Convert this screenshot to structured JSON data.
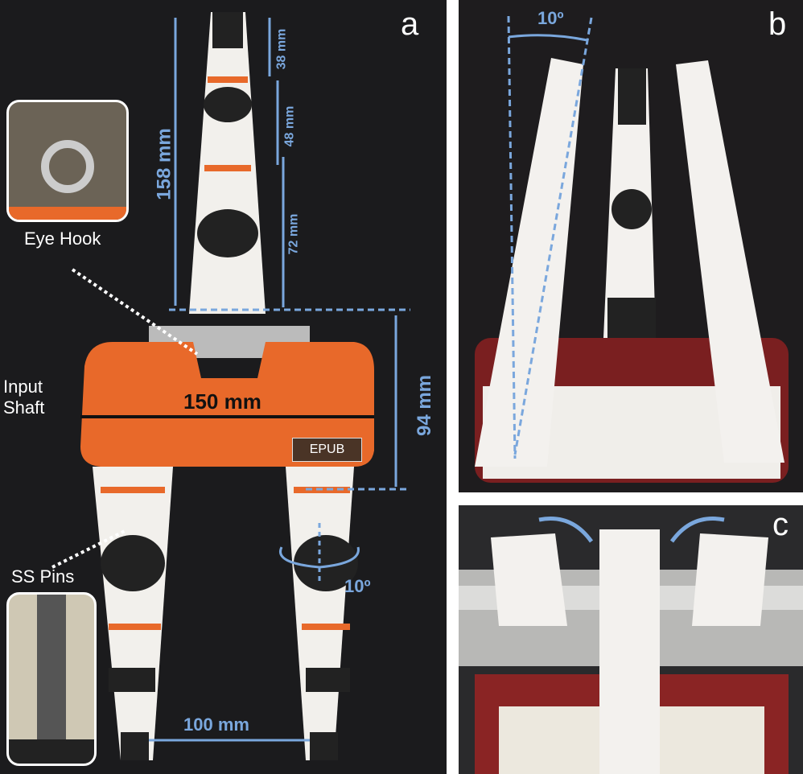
{
  "panels": {
    "a": {
      "label": "a",
      "eye_hook": "Eye Hook",
      "input_shaft": "Input\nShaft",
      "ss_pins": "SS Pins",
      "epub": "EPUB",
      "dims": {
        "d158": "158 mm",
        "d38": "38 mm",
        "d48": "48 mm",
        "d72": "72 mm",
        "d94": "94 mm",
        "d150": "150 mm",
        "d100": "100 mm",
        "rot": "10º"
      }
    },
    "b": {
      "label": "b",
      "angle": "10º"
    },
    "c": {
      "label": "c"
    }
  },
  "colors": {
    "annotation": "#7aa7dd",
    "orange": "#e8692a",
    "background": "#1b1b1d"
  }
}
